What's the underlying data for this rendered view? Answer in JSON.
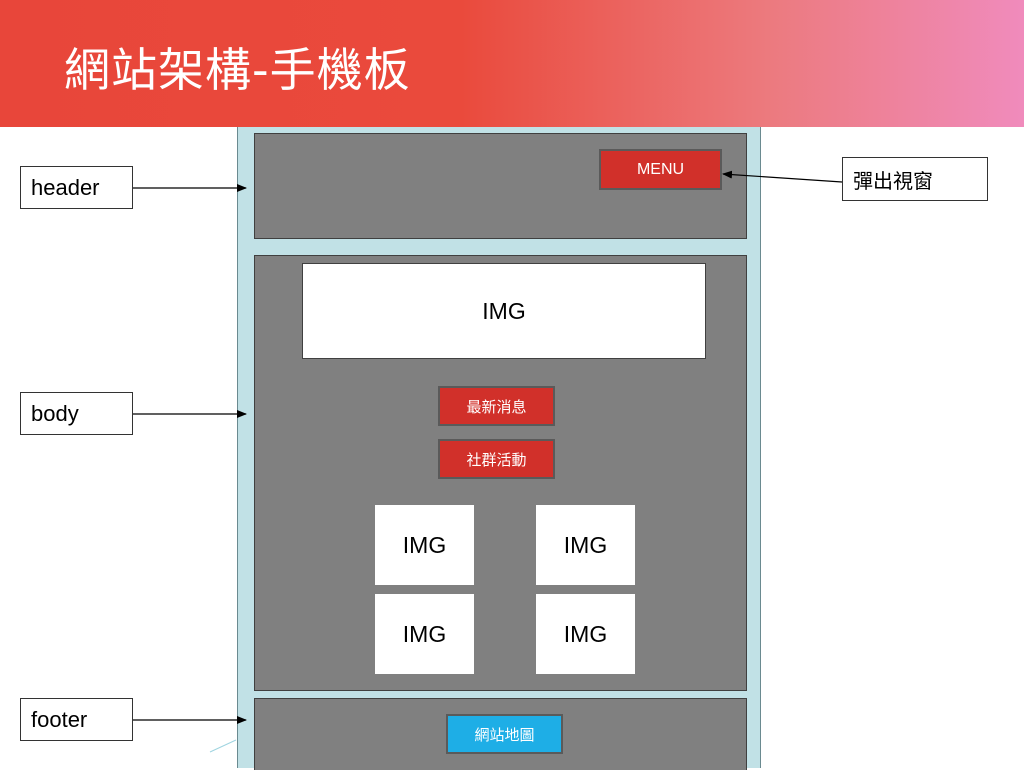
{
  "title": "網站架構-手機板",
  "header_panel": {
    "menu_button": "MENU"
  },
  "body_panel": {
    "banner_image": "IMG",
    "buttons": [
      "最新消息",
      "社群活動"
    ],
    "thumbnails": [
      "IMG",
      "IMG",
      "IMG",
      "IMG"
    ]
  },
  "footer_panel": {
    "sitemap_button": "網站地圖"
  },
  "labels": {
    "header": "header",
    "body": "body",
    "footer": "footer",
    "popup": "彈出視窗"
  },
  "colors": {
    "banner_red": "#e8463a",
    "banner_pink": "#f08bbc",
    "phone_frame": "#c1e1e6",
    "panel_gray": "#808080",
    "button_red": "#d1302a",
    "button_blue": "#1eaee6"
  }
}
